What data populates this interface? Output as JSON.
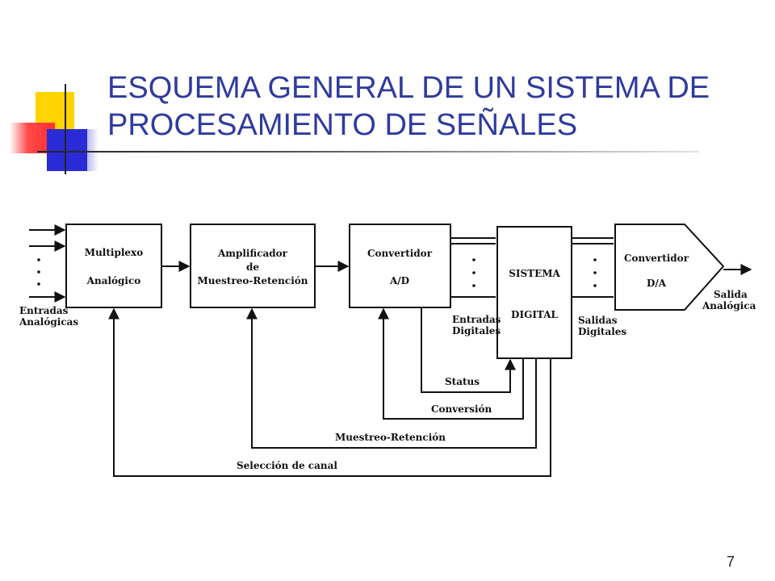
{
  "slide": {
    "title_line1": "ESQUEMA GENERAL DE UN SISTEMA DE",
    "title_line2": "PROCESAMIENTO DE SEÑALES",
    "page_number": "7",
    "title_color": "#2f3b9e"
  },
  "diagram": {
    "blocks": {
      "mux": {
        "line1": "Multiplexo",
        "line2": "Analógico"
      },
      "amp": {
        "line1": "Amplificador",
        "line2": "de",
        "line3": "Muestreo-Retención"
      },
      "adc": {
        "line1": "Convertidor",
        "line2": "A/D"
      },
      "system": {
        "line1": "SISTEMA",
        "line2": "DIGITAL"
      },
      "dac": {
        "line1": "Convertidor",
        "line2": "D/A"
      }
    },
    "labels": {
      "inputs_line1": "Entradas",
      "inputs_line2": "Analógicas",
      "digital_in_line1": "Entradas",
      "digital_in_line2": "Digitales",
      "digital_out_line1": "Salidas",
      "digital_out_line2": "Digitales",
      "output_line1": "Salida",
      "output_line2": "Analógica",
      "status": "Status",
      "conversion": "Conversión",
      "sample_hold": "Muestreo-Retención",
      "channel_select": "Selección de canal"
    }
  }
}
